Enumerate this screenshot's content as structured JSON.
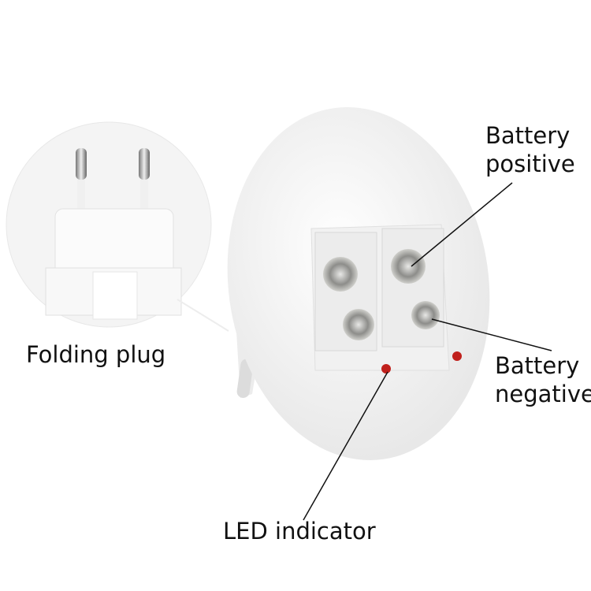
{
  "labels": {
    "battery_positive": [
      "Battery",
      "positive"
    ],
    "battery_negative": [
      "Battery",
      "negative"
    ],
    "folding_plug": "Folding plug",
    "led_indicator": "LED indicator"
  },
  "colors": {
    "background": "#ffffff",
    "charger": "#f6f6f6",
    "led": "#c0201c",
    "terminal": "#9a9a98"
  }
}
